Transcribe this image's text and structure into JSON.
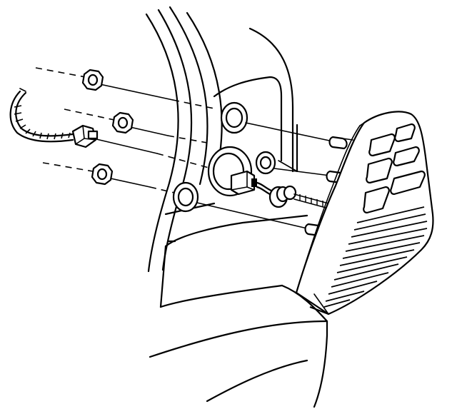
{
  "figure": {
    "kind": "exploded-assembly-line-drawing",
    "parts": [
      "nut",
      "wire-harness",
      "connector",
      "grommet",
      "bulb-socket",
      "stud",
      "lamp-assembly",
      "body-panel",
      "bumper"
    ]
  },
  "colors": {
    "ink": "#000000",
    "paper": "#ffffff"
  }
}
